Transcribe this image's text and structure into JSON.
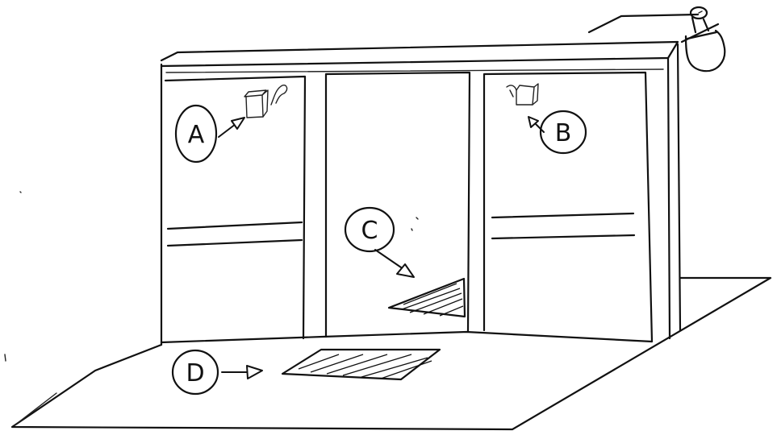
{
  "labels": {
    "a": "A",
    "b": "B",
    "c": "C",
    "d": "D"
  },
  "icons": {
    "cabinet_left": "wall-cabinet-with-faucet-icon",
    "cabinet_right": "wall-cabinet-with-faucet-icon",
    "roof_device": "roof-mounted-device-icon"
  }
}
